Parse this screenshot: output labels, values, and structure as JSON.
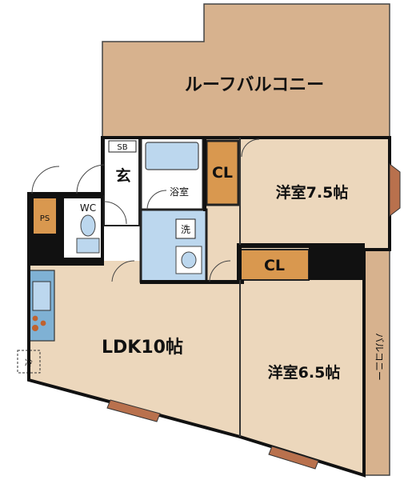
{
  "rooms": {
    "roof_balcony": "ルーフバルコニー",
    "western_room_1": "洋室7.5帖",
    "western_room_2": "洋室6.5帖",
    "ldk": "LDK10帖",
    "balcony": "バルコニー",
    "bathroom": "浴室",
    "entrance": "玄",
    "toilet": "WC",
    "pipe_space": "PS",
    "shoe_box": "SB",
    "closet_1": "CL",
    "closet_2": "CL",
    "washer": "洗",
    "fridge": "冷"
  },
  "colors": {
    "floor": "#ecd7bc",
    "wall": "#111111",
    "roof_balcony": "#d7b28e",
    "balcony": "#d7b28e",
    "closet": "#d9984f",
    "bath": "#bcd7ee",
    "window": "#b9714d",
    "kitchen": "#7fb1d4",
    "white": "#ffffff"
  }
}
